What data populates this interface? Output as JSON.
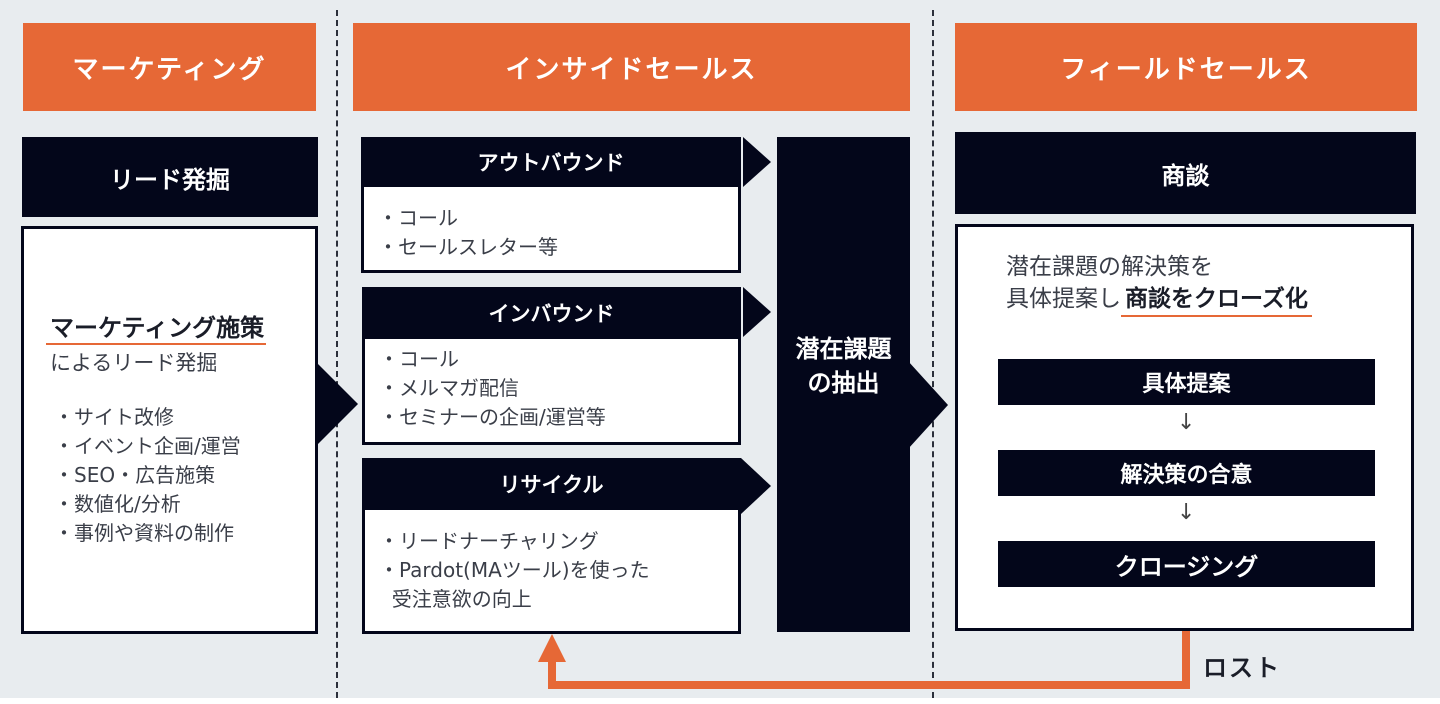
{
  "columns": [
    {
      "title": "マーケティング"
    },
    {
      "title": "インサイドセールス"
    },
    {
      "title": "フィールドセールス"
    }
  ],
  "marketing": {
    "header": "リード発掘",
    "headline_emphasis": "マーケティング施策",
    "headline_rest": "によるリード発掘",
    "items": [
      "・サイト改修",
      "・イベント企画/運営",
      "・SEO・広告施策",
      "・数値化/分析",
      "・事例や資料の制作"
    ]
  },
  "inside_sales": {
    "groups": [
      {
        "header": "アウトバウンド",
        "items": [
          "・コール",
          "・セールスレター等"
        ]
      },
      {
        "header": "インバウンド",
        "items": [
          "・コール",
          "・メルマガ配信",
          "・セミナーの企画/運営等"
        ]
      },
      {
        "header": "リサイクル",
        "items": [
          "・リードナーチャリング",
          "・Pardot(MAツール)を使った",
          "  受注意欲の向上"
        ]
      }
    ],
    "extraction_line1": "潜在課題",
    "extraction_line2": "の抽出"
  },
  "field_sales": {
    "header": "商談",
    "desc_line1": "潜在課題の解決策を",
    "desc_line2_plain": "具体提案し",
    "desc_line2_emphasis": "商談をクローズ化",
    "steps": [
      "具体提案",
      "解決策の合意",
      "クロージング"
    ],
    "step_arrow": "↓"
  },
  "loop": {
    "label": "ロスト"
  },
  "colors": {
    "accent": "#e66836",
    "dark": "#03061a",
    "background": "#e8ecef"
  }
}
